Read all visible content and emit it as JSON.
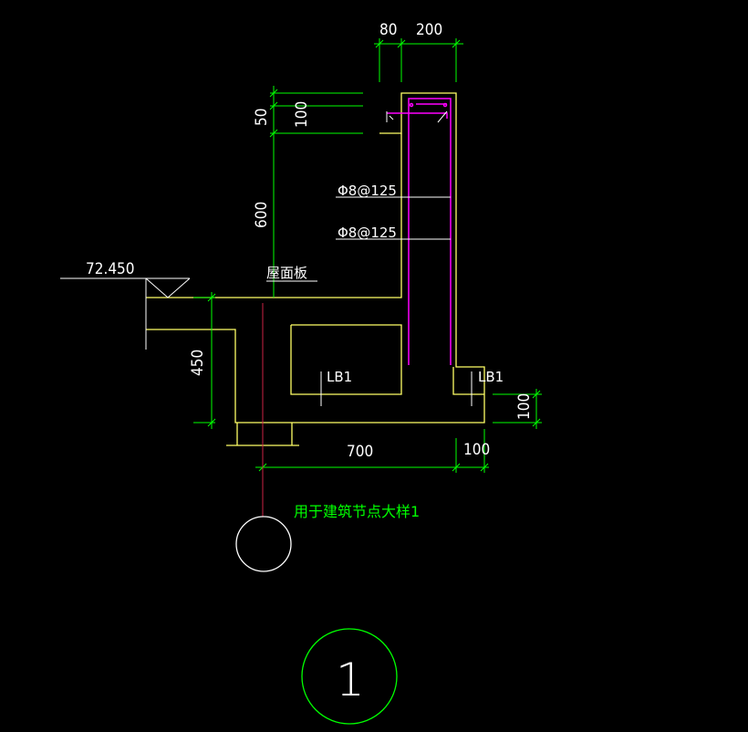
{
  "drawing": {
    "dimensions": {
      "top_left": "80",
      "top_right": "200",
      "left_50": "50",
      "left_100": "100",
      "left_600": "600",
      "left_450": "450",
      "bottom_700": "700",
      "bottom_100": "100",
      "right_100": "100"
    },
    "elevation": "72.450",
    "roof_slab_label": "屋面板",
    "rebar_1": "Φ8@125",
    "rebar_2": "Φ8@125",
    "beam_label_left": "LB1",
    "beam_label_right": "LB1",
    "note": "用于建筑节点大样1",
    "detail_number": "1"
  },
  "colors": {
    "outline": "#ffff66",
    "dimension": "#00ff00",
    "rebar": "#ff00ff",
    "axis": "#ff0000",
    "text": "#ffffff"
  }
}
